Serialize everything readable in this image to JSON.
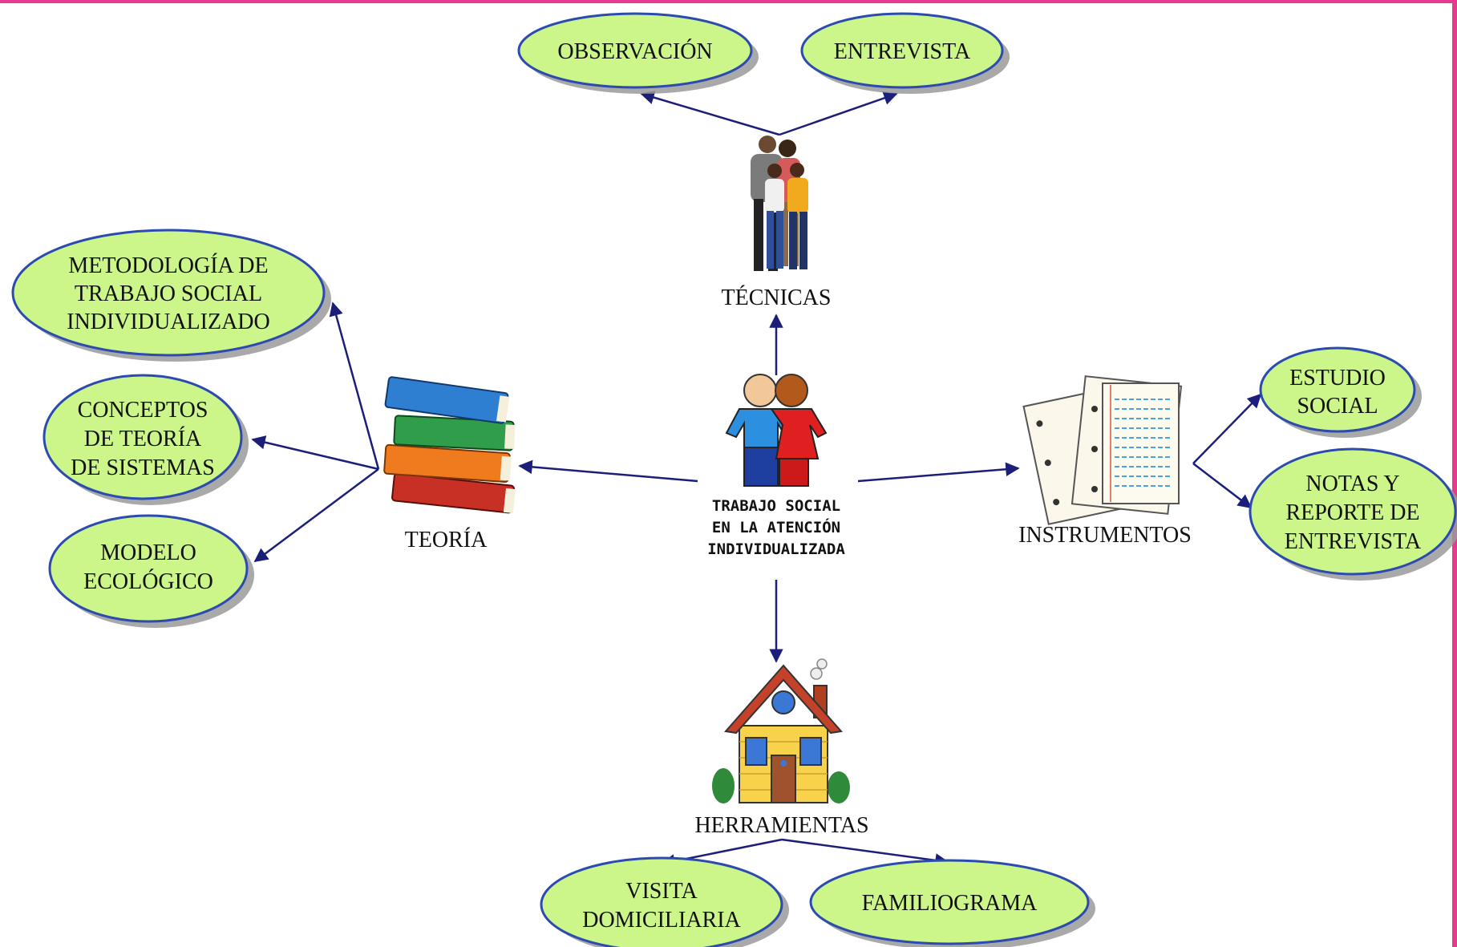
{
  "center": {
    "lines": [
      "TRABAJO SOCIAL",
      "EN LA ATENCIÓN",
      "INDIVIDUALIZADA"
    ],
    "icon": "two-people-icon"
  },
  "categories": {
    "tecnicas": {
      "label": "TÉCNICAS",
      "icon": "family-photo-icon"
    },
    "teoria": {
      "label": "TEORÍA",
      "icon": "books-stack-icon"
    },
    "instrumentos": {
      "label": "INSTRUMENTOS",
      "icon": "paper-sheets-icon"
    },
    "herramientas": {
      "label": "HERRAMIENTAS",
      "icon": "house-icon"
    }
  },
  "leaves": {
    "observacion": [
      "OBSERVACIÓN"
    ],
    "entrevista": [
      "ENTREVISTA"
    ],
    "metodologia": [
      "METODOLOGÍA DE",
      "TRABAJO SOCIAL",
      "INDIVIDUALIZADO"
    ],
    "conceptos": [
      "CONCEPTOS",
      "DE TEORÍA",
      "DE SISTEMAS"
    ],
    "modelo": [
      "MODELO",
      "ECOLÓGICO"
    ],
    "estudio": [
      "ESTUDIO",
      "SOCIAL"
    ],
    "notas": [
      "NOTAS Y",
      "REPORTE DE",
      "ENTREVISTA"
    ],
    "visita": [
      "VISITA",
      "DOMICILIARIA"
    ],
    "familiograma": [
      "FAMILIOGRAMA"
    ]
  },
  "colors": {
    "leaf_fill": "#ccf58a",
    "leaf_stroke": "#2b4bb0",
    "edge": "#1c1f7a",
    "frame": "#e8388f"
  }
}
